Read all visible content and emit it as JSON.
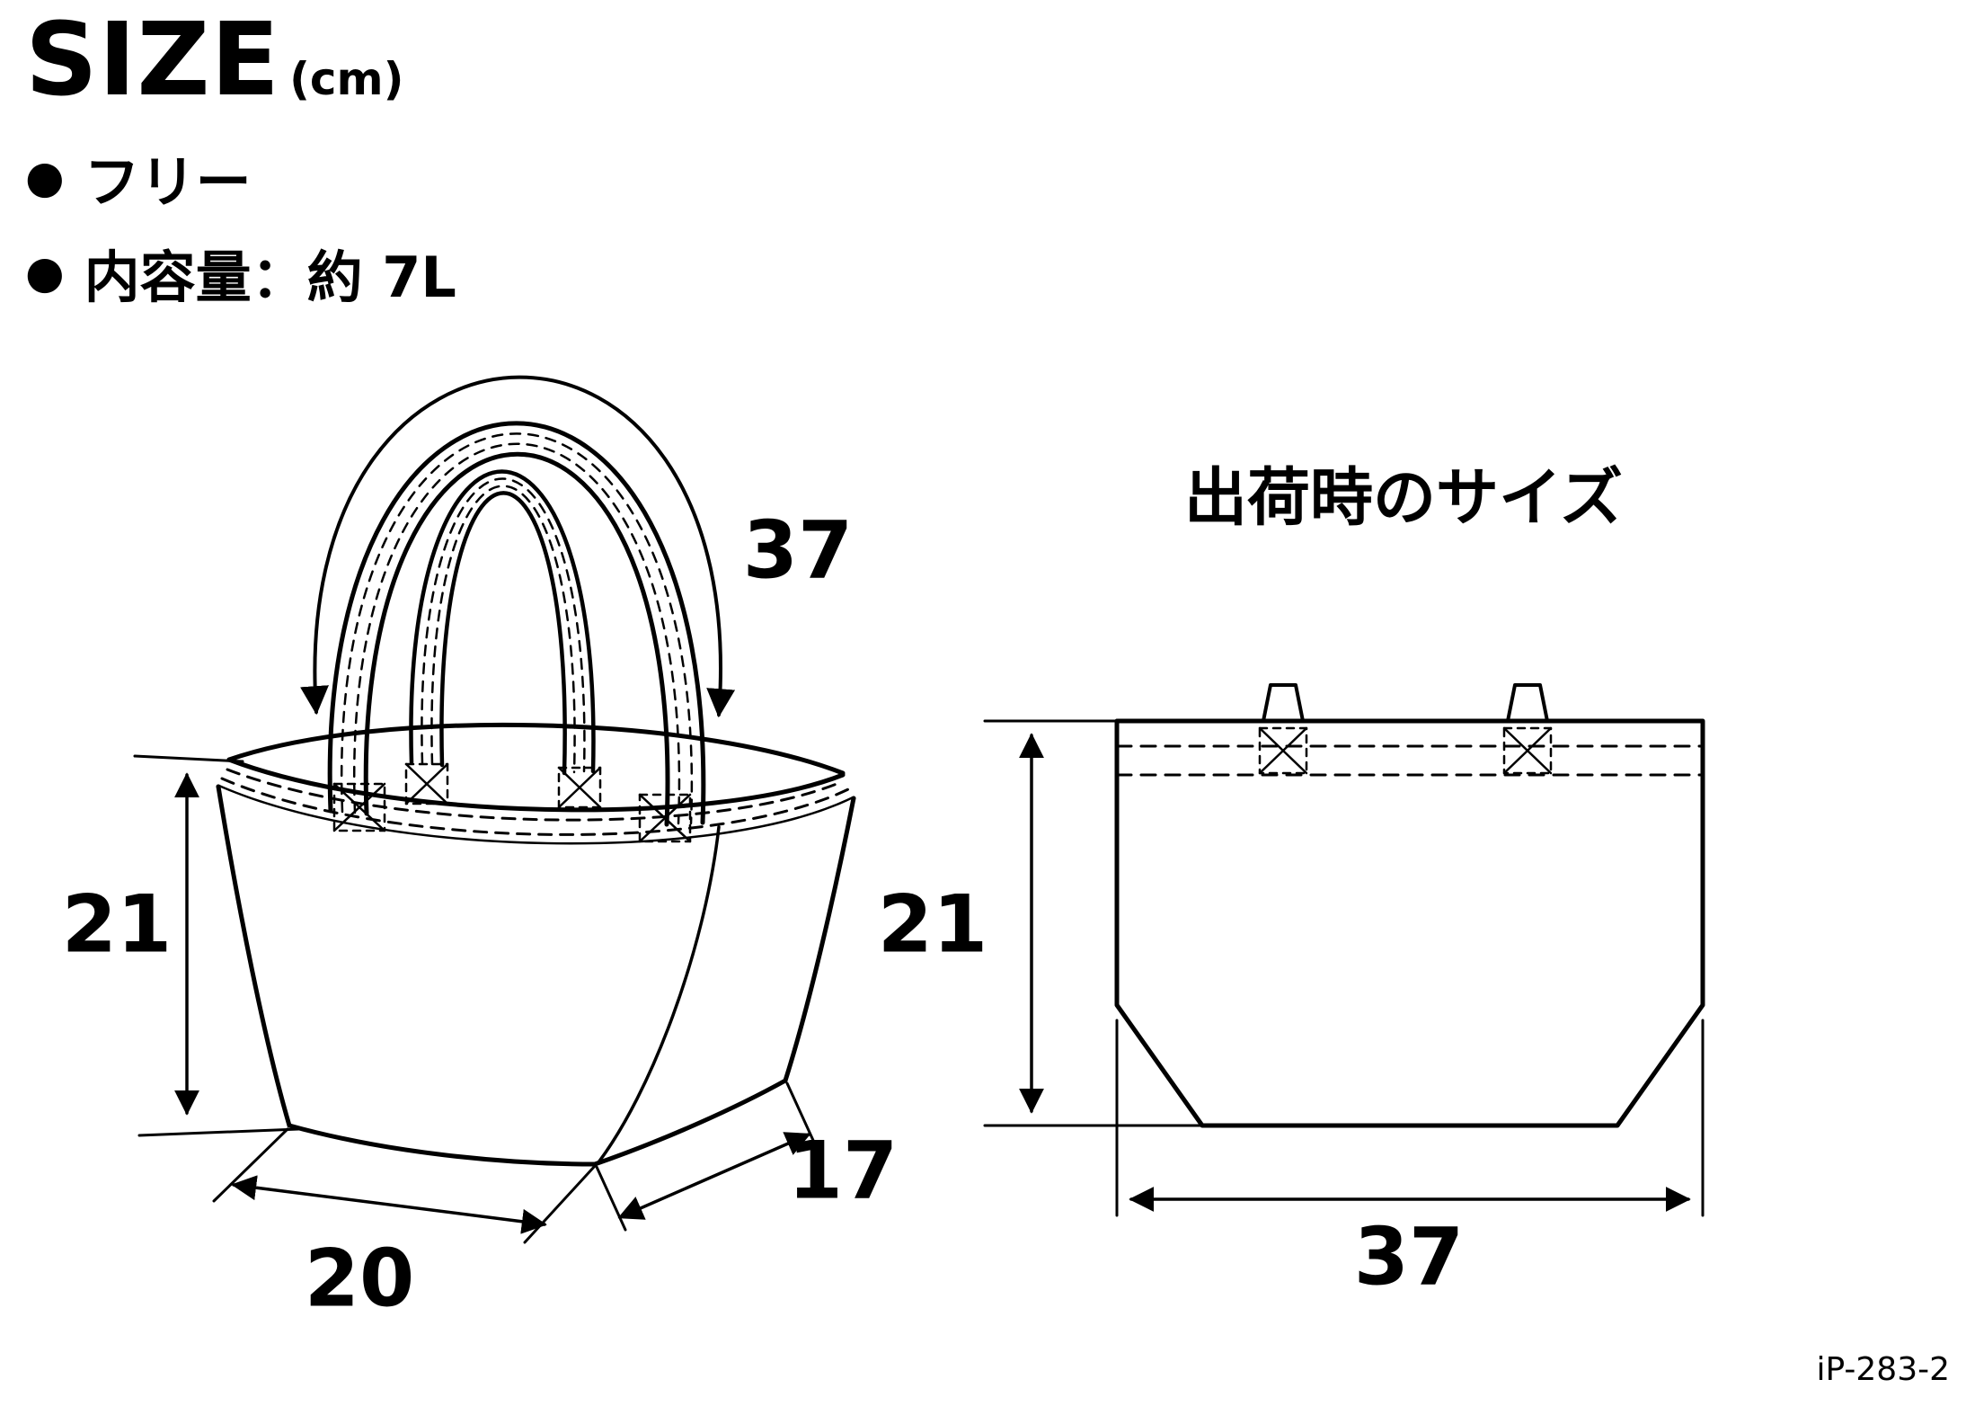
{
  "header": {
    "title": "SIZE",
    "unit": "(cm)"
  },
  "specs": [
    {
      "marker": "●",
      "text": "フリー"
    },
    {
      "marker": "●",
      "text": "内容量：約 7L"
    }
  ],
  "left_figure": {
    "handle_length": "37",
    "height": "21",
    "width": "20",
    "depth": "17"
  },
  "right_figure": {
    "title": "出荷時のサイズ",
    "height": "21",
    "width": "37"
  },
  "footer": {
    "product_code": "iP-283-2"
  }
}
